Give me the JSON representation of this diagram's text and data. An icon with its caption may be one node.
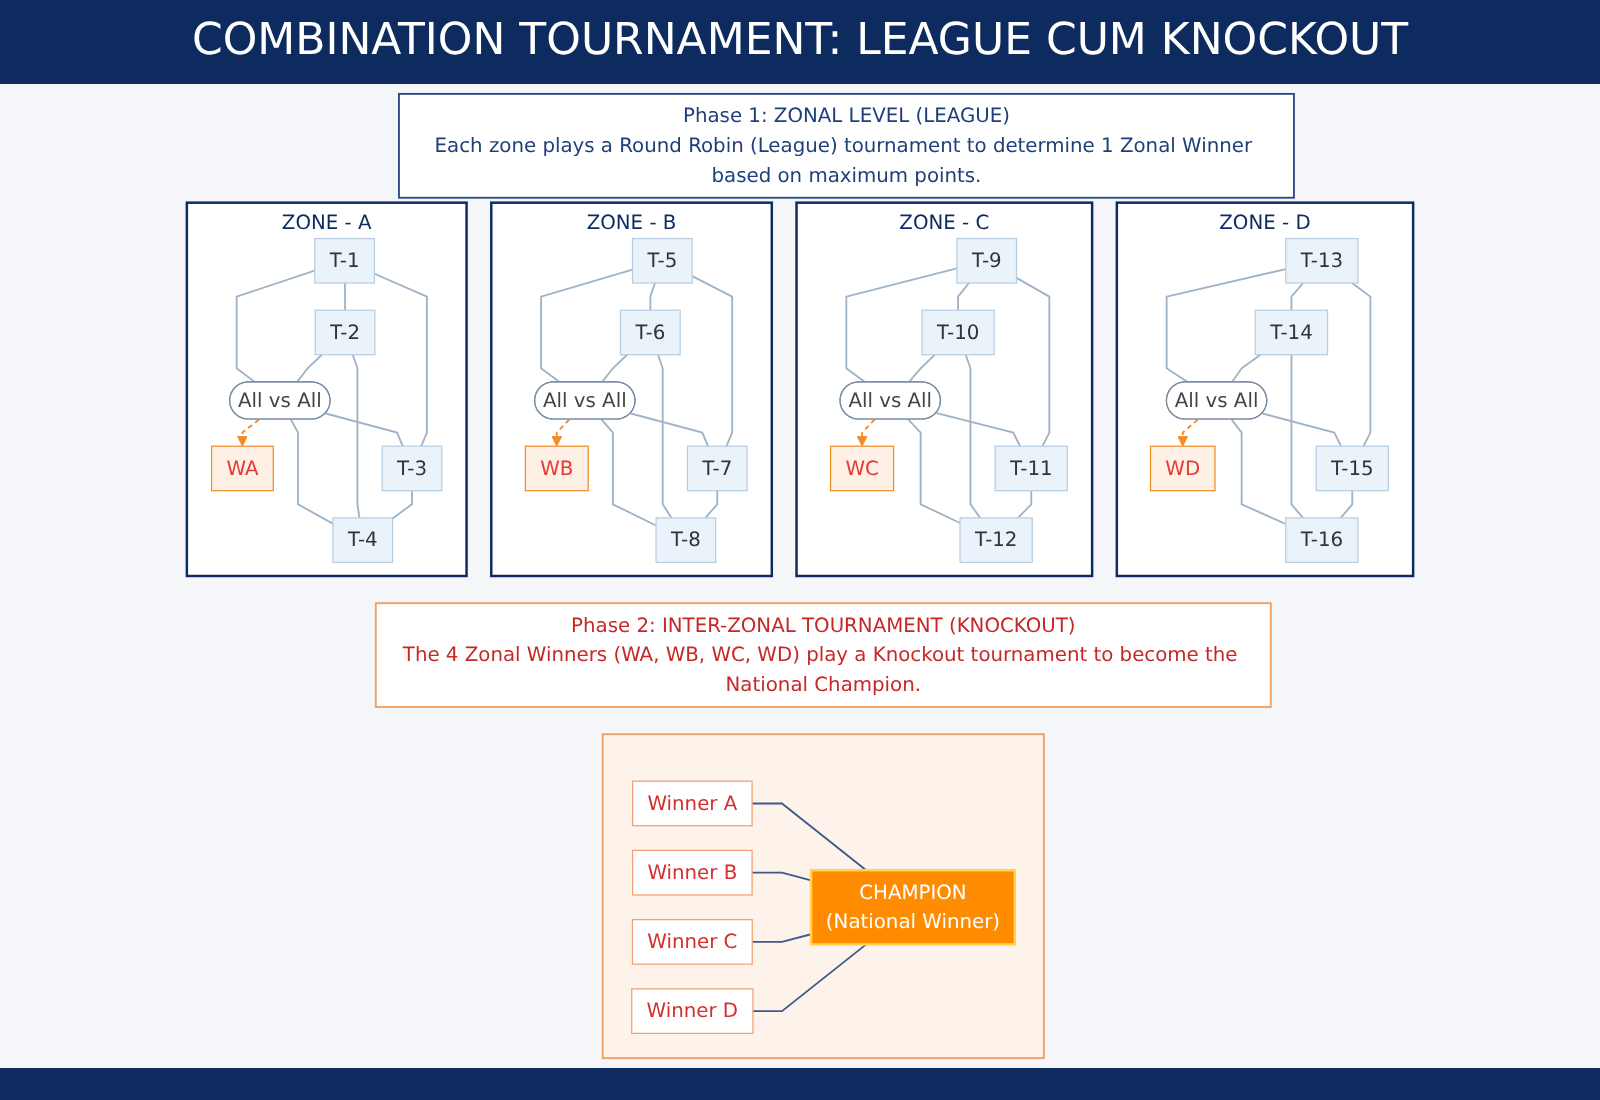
{
  "diagram": {
    "title": "COMBINATION TOURNAMENT: LEAGUE CUM KNOCKOUT",
    "nodes": [
      {
        "text": [
          "Phase 1: ZONAL LEVEL (LEAGUE)",
          "Each zone plays a Round Robin (League) tournament to determine 1 Zonal Winner based on maximum points."
        ]
      },
      {
        "text": [
          "ZONE - A"
        ]
      },
      {
        "text": [
          "T-1"
        ],
        "in": 1
      },
      {
        "text": [
          "T-2"
        ],
        "in": 1
      },
      {
        "text": [
          "All vs All"
        ],
        "in": 1
      },
      {
        "text": [
          "WA"
        ],
        "in": 1
      },
      {
        "text": [
          "T-3"
        ],
        "in": 1
      },
      {
        "text": [
          "T-4"
        ],
        "in": 1
      },
      {
        "text": [
          "ZONE - B"
        ]
      },
      {
        "text": [
          "T-5"
        ],
        "in": 8
      },
      {
        "text": [
          "T-6"
        ],
        "in": 8
      },
      {
        "text": [
          "All vs All"
        ],
        "in": 8
      },
      {
        "text": [
          "WB"
        ],
        "in": 8
      },
      {
        "text": [
          "T-7"
        ],
        "in": 8
      },
      {
        "text": [
          "T-8"
        ],
        "in": 8
      },
      {
        "text": [
          "ZONE - C"
        ]
      },
      {
        "text": [
          "T-9"
        ],
        "in": 15
      },
      {
        "text": [
          "T-10"
        ],
        "in": 15
      },
      {
        "text": [
          "All vs All"
        ],
        "in": 15
      },
      {
        "text": [
          "WC"
        ],
        "in": 15
      },
      {
        "text": [
          "T-11"
        ],
        "in": 15
      },
      {
        "text": [
          "T-12"
        ],
        "in": 15
      },
      {
        "text": [
          "ZONE - D"
        ]
      },
      {
        "text": [
          "T-13"
        ],
        "in": 22
      },
      {
        "text": [
          "T-14"
        ],
        "in": 22
      },
      {
        "text": [
          "All vs All"
        ],
        "in": 22
      },
      {
        "text": [
          "WD"
        ],
        "in": 22
      },
      {
        "text": [
          "T-15"
        ],
        "in": 22
      },
      {
        "text": [
          "T-16"
        ],
        "in": 22
      },
      {
        "text": [
          "Phase 2: INTER-ZONAL TOURNAMENT (KNOCKOUT)",
          "The 4 Zonal Winners (WA, WB, WC, WD) play a Knockout tournament to become the National Champion."
        ]
      },
      {
        "text": [],
        "shape": "box"
      },
      {
        "text": [
          "Winner A"
        ],
        "in": 30
      },
      {
        "text": [
          "Winner B"
        ],
        "in": 30
      },
      {
        "text": [
          "Winner C"
        ],
        "in": 30
      },
      {
        "text": [
          "Winner D"
        ],
        "in": 30
      },
      {
        "text": [
          "CHAMPION",
          "(National Winner)"
        ],
        "in": 30
      }
    ],
    "edges": [
      {
        "from": 2,
        "to": 4,
        "arrow": "none"
      },
      {
        "from": 3,
        "to": 4,
        "arrow": "none"
      },
      {
        "from": 4,
        "to": 6,
        "arrow": "none"
      },
      {
        "from": 4,
        "to": 7,
        "arrow": "none"
      },
      {
        "from": 2,
        "to": 6,
        "arrow": "none"
      },
      {
        "from": 3,
        "to": 7,
        "arrow": "none"
      },
      {
        "from": 2,
        "to": 3,
        "arrow": "none"
      },
      {
        "from": 6,
        "to": 7,
        "arrow": "none"
      },
      {
        "from": 4,
        "to": 5,
        "arrow": "to",
        "style": "dashed",
        "color": "#f28c28"
      },
      {
        "from": 9,
        "to": 11,
        "arrow": "none"
      },
      {
        "from": 10,
        "to": 11,
        "arrow": "none"
      },
      {
        "from": 11,
        "to": 13,
        "arrow": "none"
      },
      {
        "from": 11,
        "to": 14,
        "arrow": "none"
      },
      {
        "from": 9,
        "to": 13,
        "arrow": "none"
      },
      {
        "from": 10,
        "to": 14,
        "arrow": "none"
      },
      {
        "from": 9,
        "to": 10,
        "arrow": "none"
      },
      {
        "from": 13,
        "to": 14,
        "arrow": "none"
      },
      {
        "from": 11,
        "to": 12,
        "arrow": "to",
        "style": "dashed",
        "color": "#f28c28"
      },
      {
        "from": 16,
        "to": 18,
        "arrow": "none"
      },
      {
        "from": 17,
        "to": 18,
        "arrow": "none"
      },
      {
        "from": 18,
        "to": 20,
        "arrow": "none"
      },
      {
        "from": 18,
        "to": 21,
        "arrow": "none"
      },
      {
        "from": 16,
        "to": 20,
        "arrow": "none"
      },
      {
        "from": 17,
        "to": 21,
        "arrow": "none"
      },
      {
        "from": 16,
        "to": 17,
        "arrow": "none"
      },
      {
        "from": 20,
        "to": 21,
        "arrow": "none"
      },
      {
        "from": 18,
        "to": 19,
        "arrow": "to",
        "style": "dashed",
        "color": "#f28c28"
      },
      {
        "from": 23,
        "to": 25,
        "arrow": "none"
      },
      {
        "from": 24,
        "to": 25,
        "arrow": "none"
      },
      {
        "from": 25,
        "to": 27,
        "arrow": "none"
      },
      {
        "from": 25,
        "to": 28,
        "arrow": "none"
      },
      {
        "from": 23,
        "to": 27,
        "arrow": "none"
      },
      {
        "from": 24,
        "to": 28,
        "arrow": "none"
      },
      {
        "from": 23,
        "to": 24,
        "arrow": "none"
      },
      {
        "from": 27,
        "to": 28,
        "arrow": "none"
      },
      {
        "from": 25,
        "to": 26,
        "arrow": "to",
        "style": "dashed",
        "color": "#f28c28"
      },
      {
        "from": 31,
        "to": 35,
        "arrow": "none",
        "color": "#3d5a8a"
      },
      {
        "from": 32,
        "to": 35,
        "arrow": "none",
        "color": "#3d5a8a"
      },
      {
        "from": 33,
        "to": 35,
        "arrow": "none",
        "color": "#3d5a8a"
      },
      {
        "from": 34,
        "to": 35,
        "arrow": "none",
        "color": "#3d5a8a"
      }
    ]
  }
}
